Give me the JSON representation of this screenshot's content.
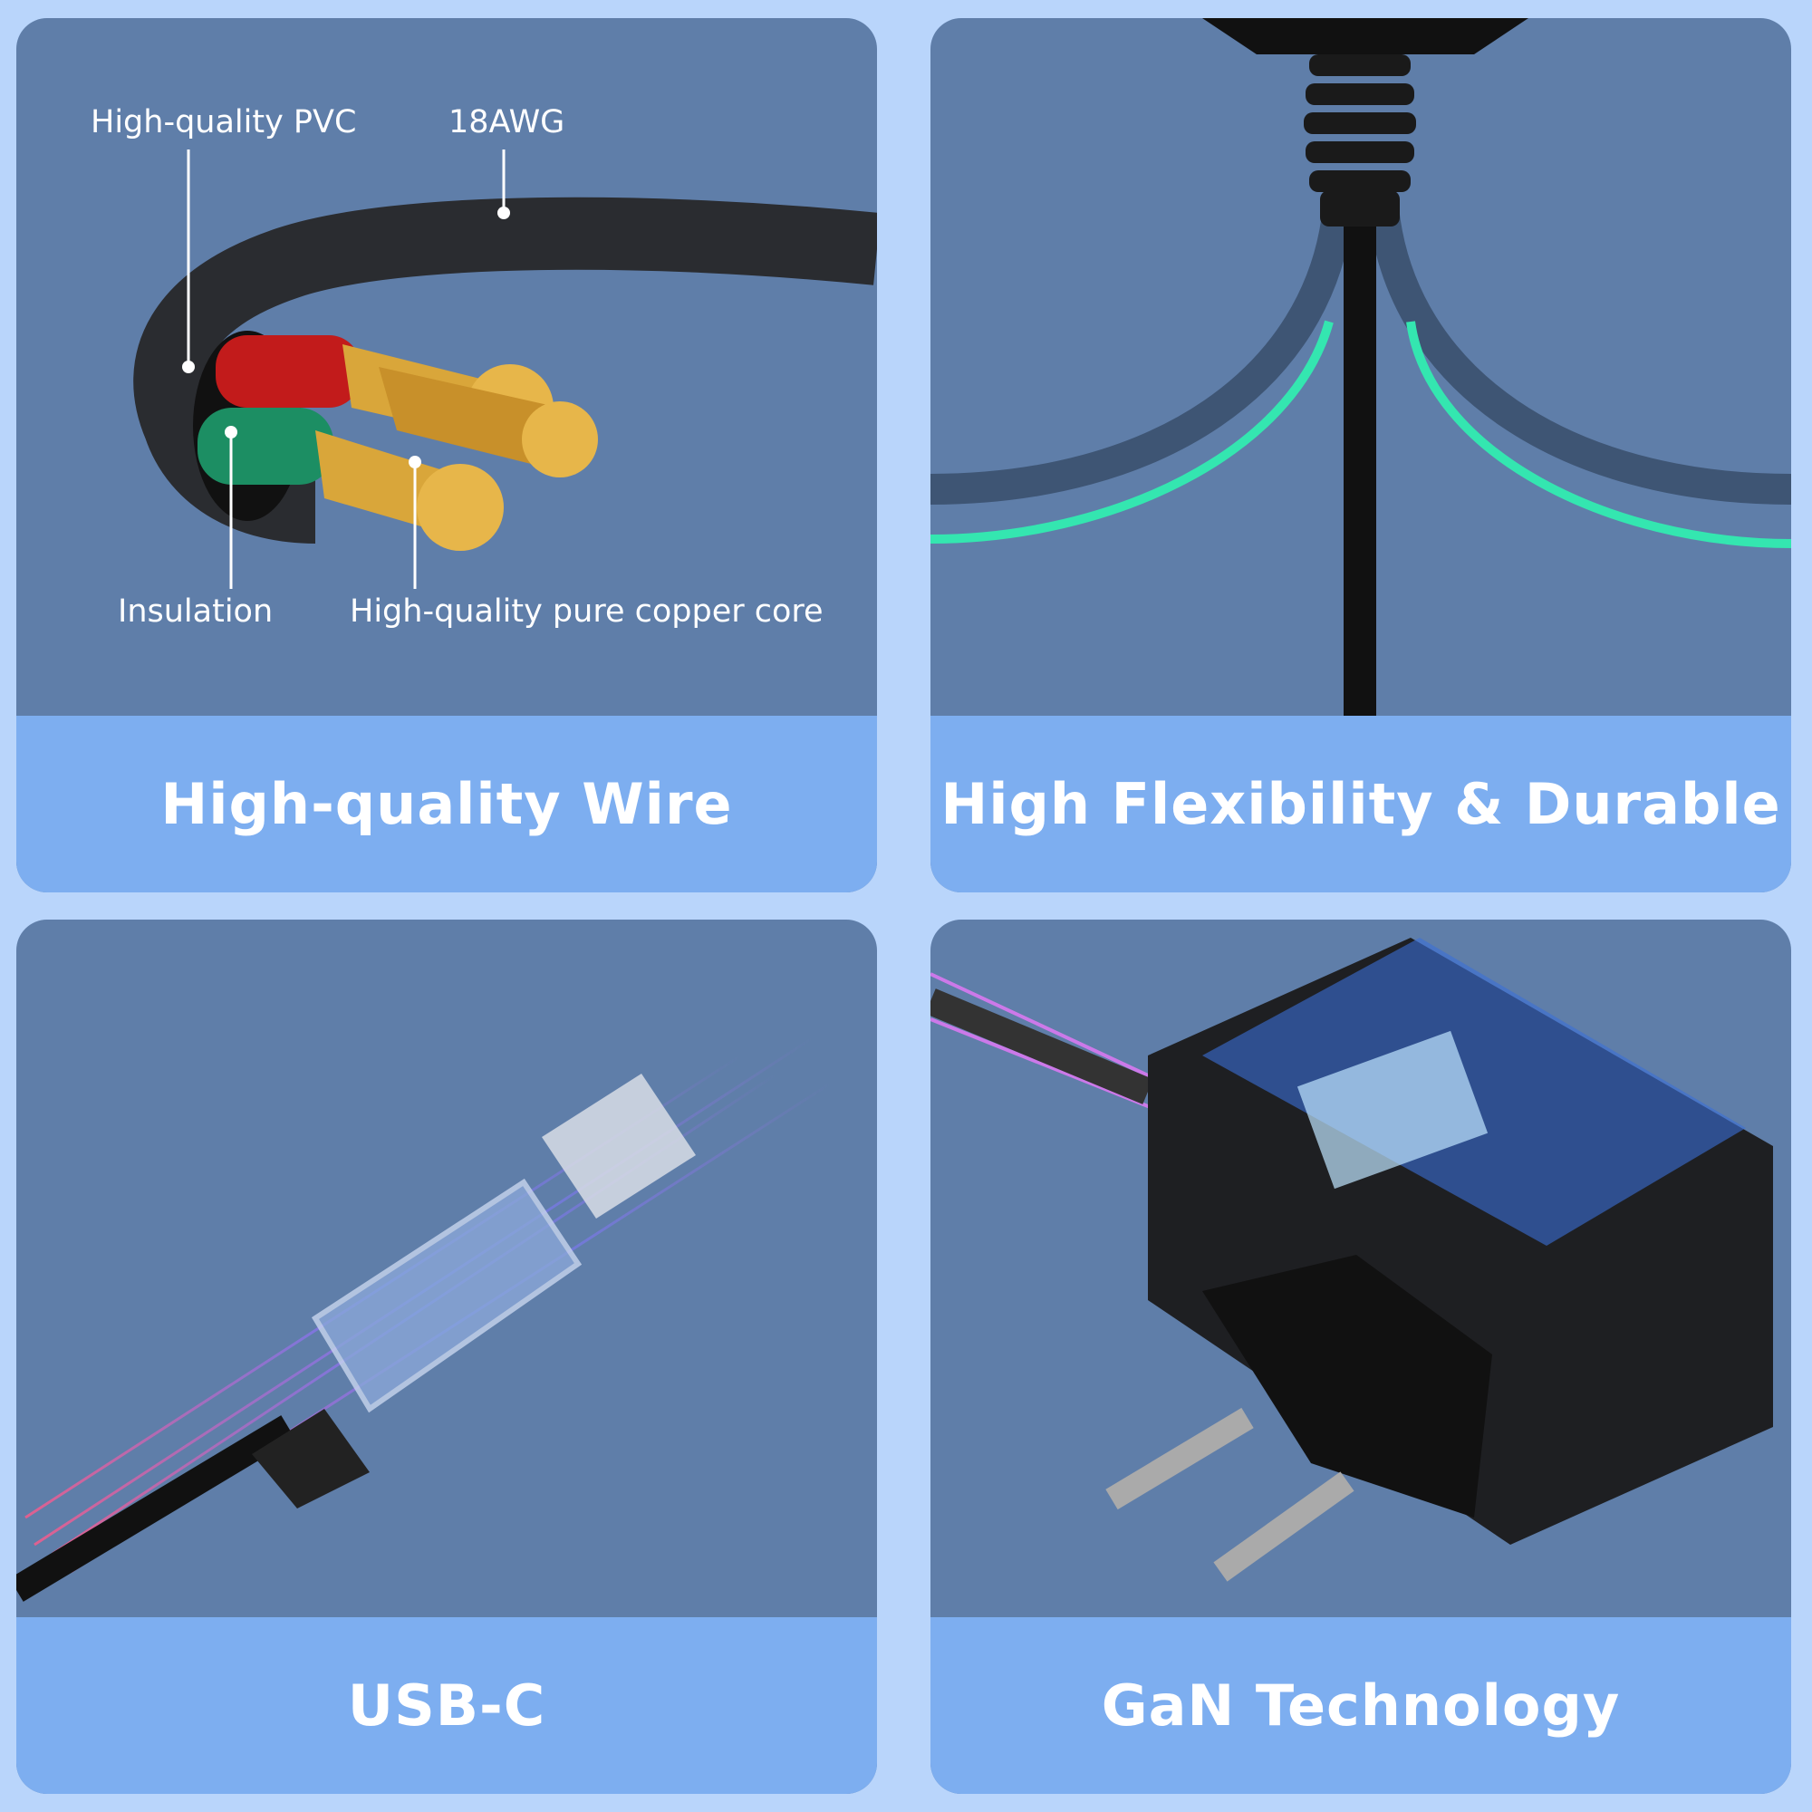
{
  "cards": [
    {
      "title": "High-quality Wire",
      "labels": {
        "pvc": "High-quality PVC",
        "awg": "18AWG",
        "insulation": "Insulation",
        "copper": "High-quality pure copper core"
      }
    },
    {
      "title": "High Flexibility & Durable"
    },
    {
      "title": "USB-C"
    },
    {
      "title": "GaN Technology"
    }
  ],
  "colors": {
    "background": "#b9d5fb",
    "card": "#5f7ea9",
    "band": "#7daef0",
    "accent": "#34e6b0"
  }
}
